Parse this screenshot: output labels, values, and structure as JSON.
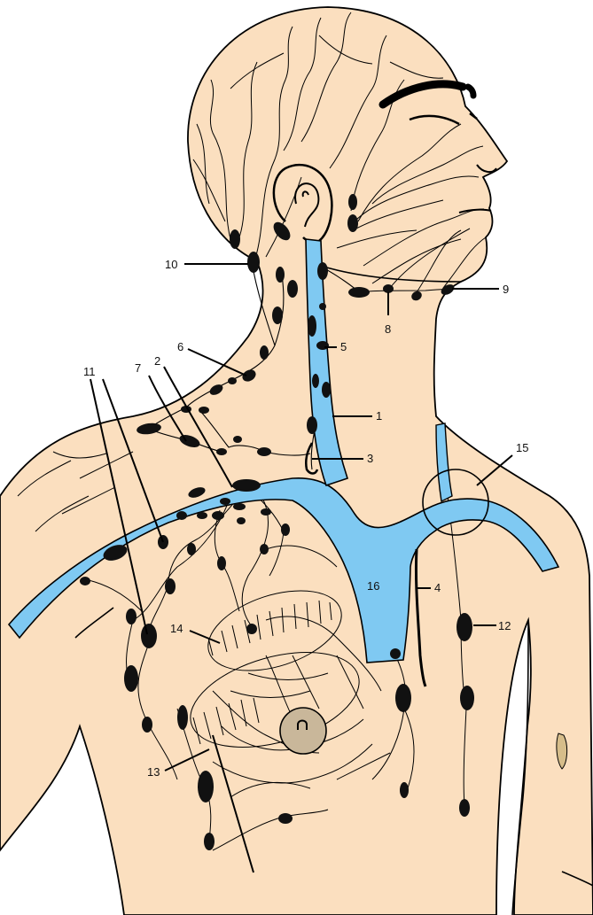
{
  "colors": {
    "skin": "#fbdfbf",
    "outline": "#000000",
    "vein": "#7fc9f2",
    "node": "#111111",
    "nipple": "#c9b79a",
    "breast_spot": "#d6bd8a"
  },
  "labels": {
    "l1": "1",
    "l2": "2",
    "l3": "3",
    "l4": "4",
    "l5": "5",
    "l6": "6",
    "l7": "7",
    "l8": "8",
    "l9": "9",
    "l10": "10",
    "l11": "11",
    "l12": "12",
    "l13": "13",
    "l14": "14",
    "l15": "15",
    "l16": "16"
  }
}
